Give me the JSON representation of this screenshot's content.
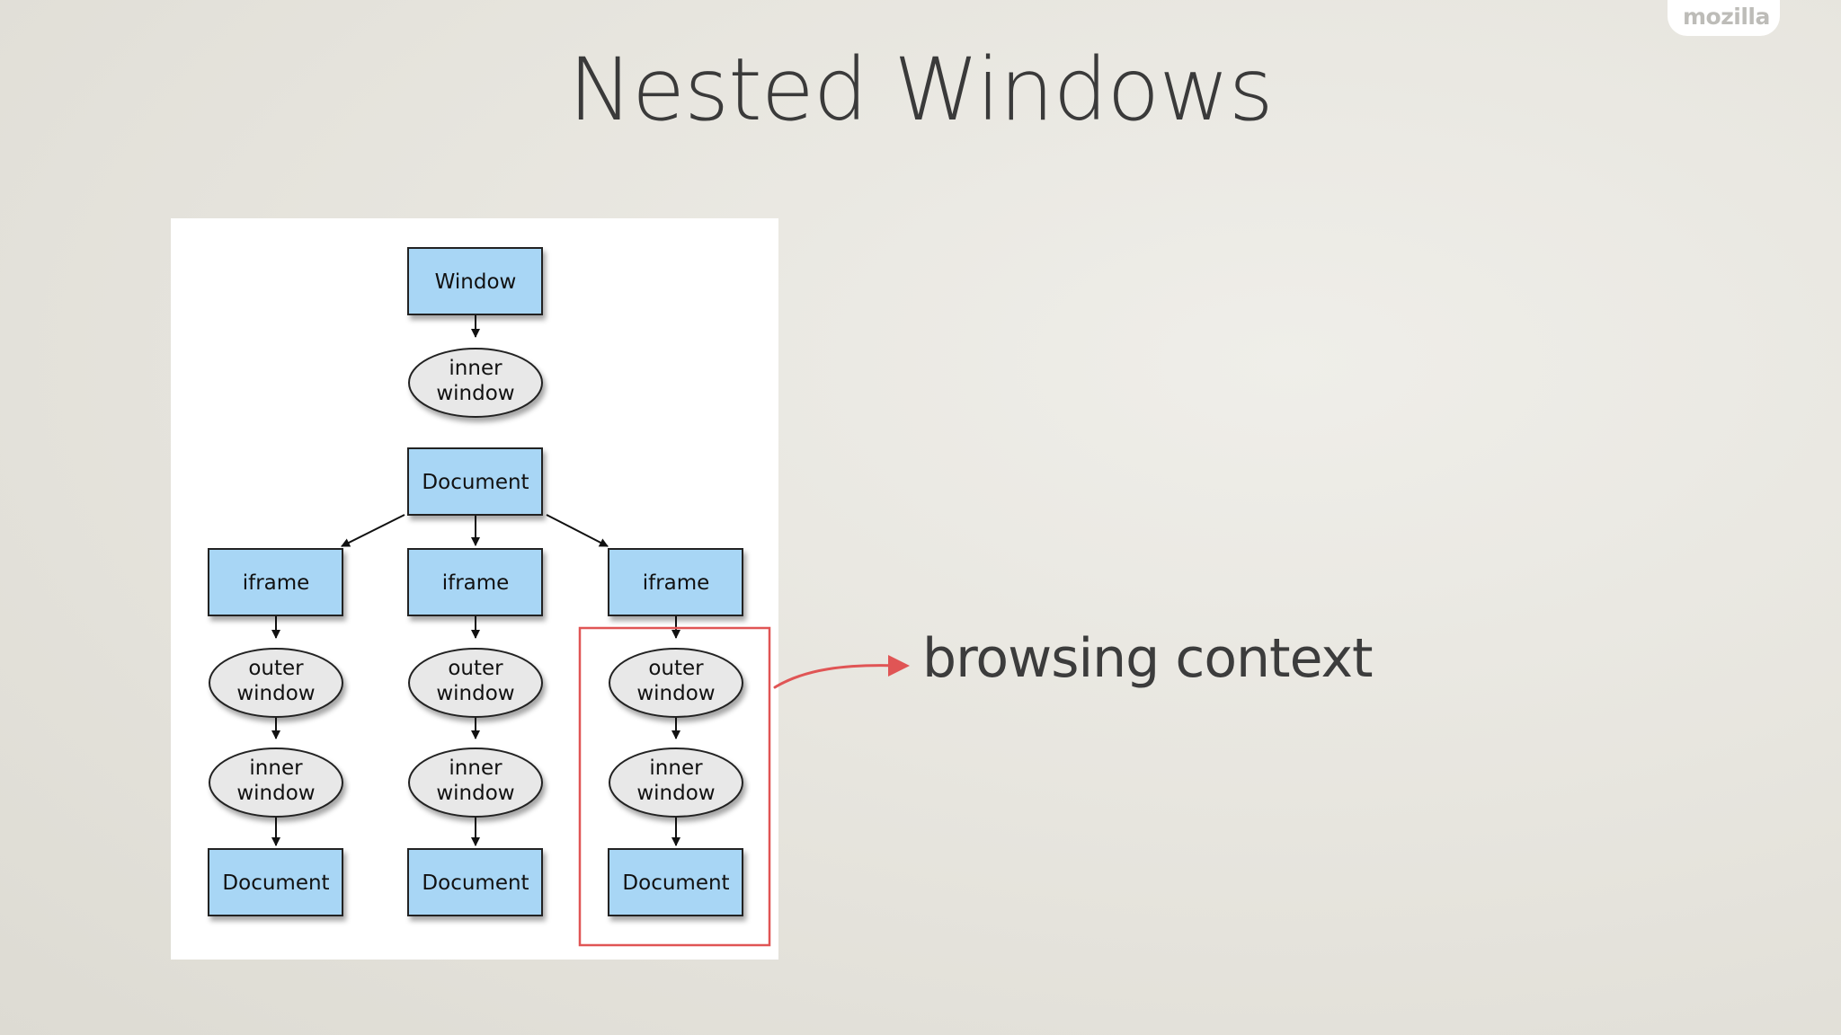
{
  "logo": {
    "text": "mozilla"
  },
  "slide": {
    "title": "Nested Windows"
  },
  "diagram": {
    "top": {
      "window": "Window",
      "inner_window": [
        "inner",
        "window"
      ],
      "document": "Document"
    },
    "columns": [
      {
        "iframe": "iframe",
        "outer": [
          "outer",
          "window"
        ],
        "inner": [
          "inner",
          "window"
        ],
        "document": "Document"
      },
      {
        "iframe": "iframe",
        "outer": [
          "outer",
          "window"
        ],
        "inner": [
          "inner",
          "window"
        ],
        "document": "Document"
      },
      {
        "iframe": "iframe",
        "outer": [
          "outer",
          "window"
        ],
        "inner": [
          "inner",
          "window"
        ],
        "document": "Document"
      }
    ]
  },
  "annotation": {
    "label": "browsing context"
  },
  "colors": {
    "box_fill": "#a8d6f5",
    "ellipse_fill": "#e8e8e8",
    "highlight": "#e05555"
  }
}
